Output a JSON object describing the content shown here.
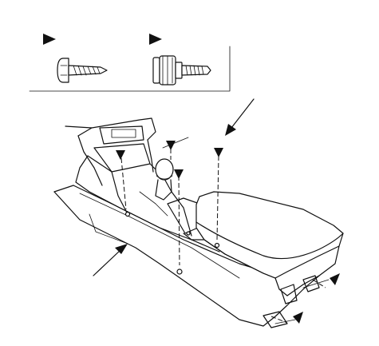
{
  "legend": {
    "items": [
      {
        "symbol": "triangle-marker",
        "fastener": "tapping-screw-icon"
      },
      {
        "symbol": "triangle-marker",
        "fastener": "flange-bolt-icon"
      }
    ]
  },
  "callouts": [
    "triangle-marker",
    "triangle-marker",
    "triangle-marker",
    "triangle-marker",
    "triangle-marker",
    "triangle-marker"
  ]
}
